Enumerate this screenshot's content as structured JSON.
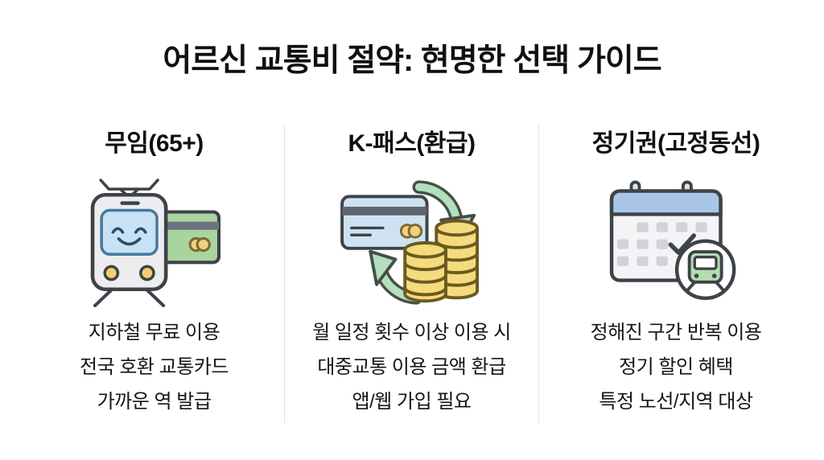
{
  "title": "어르신 교통비 절약: 현명한 선택 가이드",
  "columns": [
    {
      "header": "무임(65+)",
      "icon": "train-with-transit-card-icon",
      "lines": [
        "지하철 무료 이용",
        "전국 호환 교통카드",
        "가까운 역 발급"
      ]
    },
    {
      "header": "K-패스(환급)",
      "icon": "card-coins-refund-cycle-icon",
      "lines": [
        "월 일정 횟수 이상 이용 시",
        "대중교통 이용 금액 환급",
        "앱/웹 가입 필요"
      ]
    },
    {
      "header": "정기권(고정동선)",
      "icon": "calendar-with-train-badge-icon",
      "lines": [
        "정해진 구간 반복 이용",
        "정기 할인 혜택",
        "특정 노선/지역 대상"
      ]
    }
  ],
  "colors": {
    "background": "#ffffff",
    "text": "#161616",
    "outline": "#3d4348",
    "divider": "#e3e4e7",
    "train_body_gray": "#ededef",
    "window_blue": "#c8e2f4",
    "face_blue": "#2b4d6d",
    "headlight_yellow": "#f5cf6e",
    "card_green": "#a9d49e",
    "card_blue": "#cfe2f2",
    "stripe_gray": "#5d6470",
    "chip_gold": "#f2d07e",
    "arrow_green": "#b5dfbc",
    "coin_gold": "#f5da7e",
    "coin_outline": "#6b5a20",
    "calendar_header_blue": "#a9c6e8",
    "calendar_body": "#f4f4f6",
    "calendar_square_gray": "#d2d3d9",
    "badge_train_green": "#b5dcb0"
  }
}
